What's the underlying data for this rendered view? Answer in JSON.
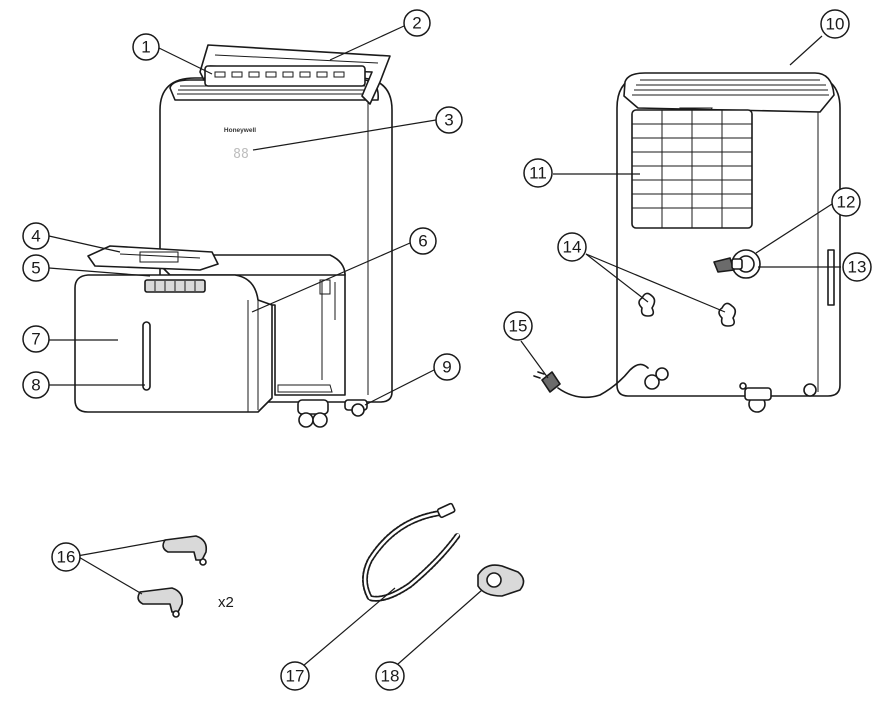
{
  "brand": "Honeywell",
  "display_digits": "88",
  "quantity_label": "x2",
  "callouts": [
    {
      "label": "1"
    },
    {
      "label": "2"
    },
    {
      "label": "3"
    },
    {
      "label": "4"
    },
    {
      "label": "5"
    },
    {
      "label": "6"
    },
    {
      "label": "7"
    },
    {
      "label": "8"
    },
    {
      "label": "9"
    },
    {
      "label": "10"
    },
    {
      "label": "11"
    },
    {
      "label": "12"
    },
    {
      "label": "13"
    },
    {
      "label": "14"
    },
    {
      "label": "15"
    },
    {
      "label": "16"
    },
    {
      "label": "17"
    },
    {
      "label": "18"
    }
  ]
}
